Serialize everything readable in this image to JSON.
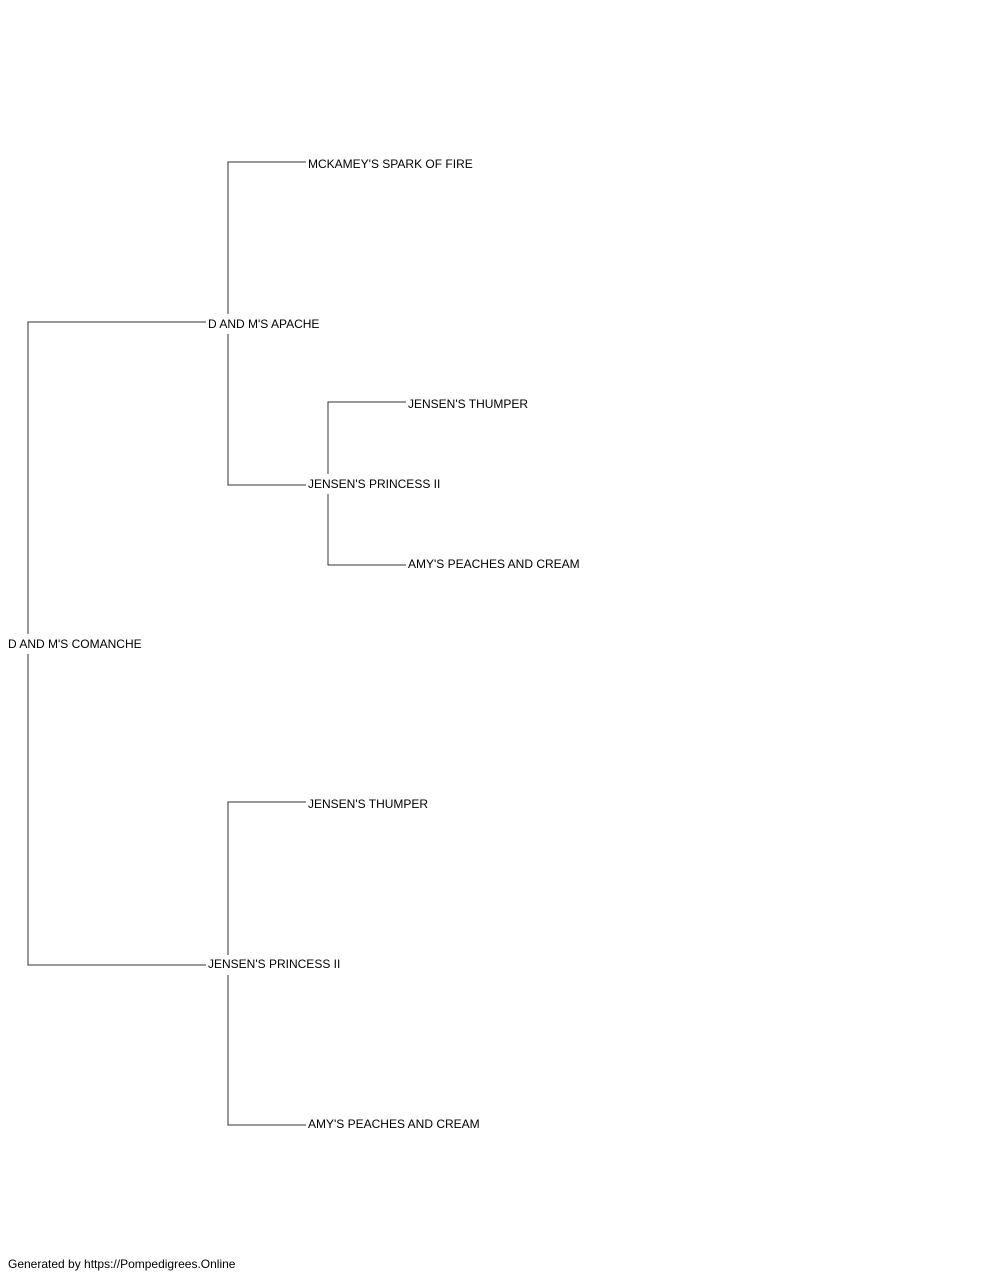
{
  "pedigree": {
    "subject": "D AND M'S COMANCHE",
    "sire": {
      "name": "D AND M'S APACHE",
      "sire": {
        "name": "MCKAMEY'S SPARK OF FIRE"
      },
      "dam": {
        "name": "JENSEN'S PRINCESS II",
        "sire": {
          "name": "JENSEN'S THUMPER"
        },
        "dam": {
          "name": "AMY'S PEACHES AND CREAM"
        }
      }
    },
    "dam": {
      "name": "JENSEN'S PRINCESS II",
      "sire": {
        "name": "JENSEN'S THUMPER"
      },
      "dam": {
        "name": "AMY'S PEACHES AND CREAM"
      }
    }
  },
  "footer": {
    "text": "Generated by https://Pompedigrees.Online"
  },
  "colors": {
    "line": "#333333",
    "text": "#000000",
    "background": "#ffffff"
  }
}
